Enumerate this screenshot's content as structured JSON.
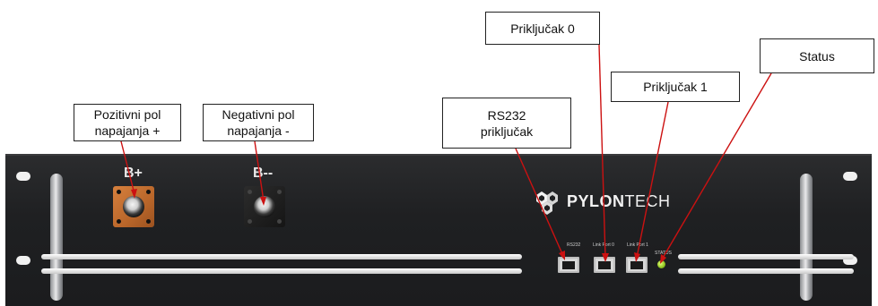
{
  "callouts": {
    "positive_pole": {
      "line1": "Pozitivni pol",
      "line2": "napajanja +"
    },
    "negative_pole": {
      "line1": "Negativni pol",
      "line2": "napajanja -"
    },
    "rs232": {
      "line1": "RS232",
      "line2": "priključak"
    },
    "port0": {
      "label": "Priključak 0"
    },
    "port1": {
      "label": "Priključak 1"
    },
    "status": {
      "label": "Status"
    }
  },
  "device": {
    "positive_terminal_label": "B+",
    "negative_terminal_label": "B--",
    "brand_bold": "PYLON",
    "brand_thin": "TECH",
    "port_labels": {
      "rs232": "RS232",
      "link0": "Link Port 0",
      "link1": "Link Port 1",
      "status": "STATUS"
    }
  },
  "colors": {
    "leader_line": "#cc1111",
    "device_body": "#1f2022",
    "positive_terminal": "#c46f30",
    "status_led": "#8dc21f"
  }
}
